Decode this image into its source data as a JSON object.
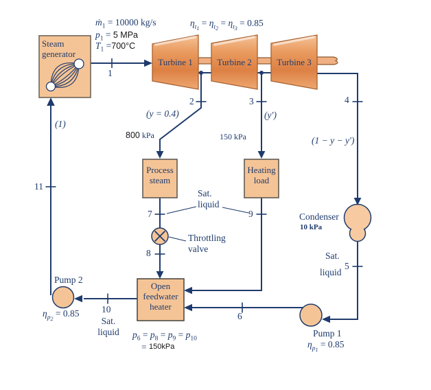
{
  "title": "Cogeneration steam power plant schematic",
  "colors": {
    "line": "#1f3b6d",
    "component_fill": "#f5c496",
    "turbine_mid": "#dd8044",
    "box_stroke": "#5f584f",
    "black_text": "#151515"
  },
  "steam_generator": {
    "line1": "Steam",
    "line2": "generator"
  },
  "inlet": {
    "mdot_sym": "ṁ",
    "mdot_sub": "1",
    "mdot_rest": " = 10000 kg/s",
    "p_sym": "p",
    "p_sub": "1",
    "p_eq": " = ",
    "p_val": "5 MPa",
    "T_sym": "T",
    "T_sub": "1",
    "T_eq": " =",
    "T_val": "700°C"
  },
  "turbines": {
    "t1": "Turbine 1",
    "t2": "Turbine 2",
    "t3": "Turbine 3",
    "eta": {
      "h1": "η",
      "s1": "t",
      "i1": "1",
      "eq1": " = ",
      "h2": "η",
      "s2": "t",
      "i2": "2",
      "eq2": " = ",
      "h3": "η",
      "s3": "t",
      "i3": "3",
      "val": " = 0.85"
    }
  },
  "fractions": {
    "y": "(y = 0.4)",
    "yprime": "(y′)",
    "remainder": "(1 − y − y′)",
    "feed": "(1)"
  },
  "pressures": {
    "p800_num": "800",
    "p800_unit": " kPa",
    "p150": "150 kPa",
    "peq": {
      "a": "p",
      "ai": "6",
      "e1": " = ",
      "b": "p",
      "bi": "8",
      "e2": " = ",
      "c": "p",
      "ci": "9",
      "e3": " = ",
      "d": "p",
      "di": "10",
      "eq2": "= ",
      "val": "150kPa"
    }
  },
  "process_steam": {
    "line1": "Process",
    "line2": "steam"
  },
  "heating_load": {
    "line1": "Heating",
    "line2": "load"
  },
  "condenser": {
    "label": "Condenser",
    "pressure": "10 kPa"
  },
  "fwh": {
    "line1": "Open",
    "line2": "feedwater",
    "line3": "heater"
  },
  "valve": {
    "line1": "Throttling",
    "line2": "valve"
  },
  "sat_liquid": {
    "l1": "Sat.",
    "l2": "liquid"
  },
  "pumps": {
    "p2": {
      "label": "Pump 2",
      "eta_sym": "η",
      "eta_sub": "p",
      "eta_idx": "2",
      "eta_val": " = 0.85"
    },
    "p1": {
      "label": "Pump 1",
      "eta_sym": "η",
      "eta_sub": "p",
      "eta_idx": "1",
      "eta_val": " = 0.85"
    }
  },
  "states": {
    "s1": "1",
    "s2": "2",
    "s3": "3",
    "s4": "4",
    "s5": "5",
    "s6": "6",
    "s7": "7",
    "s8": "8",
    "s9": "9",
    "s10": "10",
    "s11": "11"
  }
}
